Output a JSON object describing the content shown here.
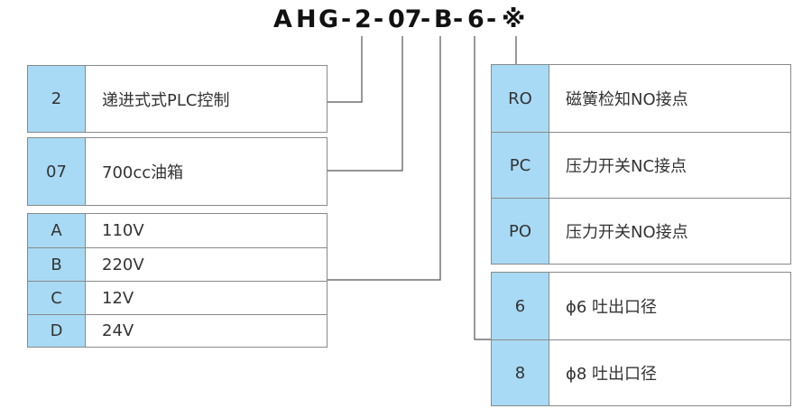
{
  "model_code": {
    "segments": [
      "A",
      "H",
      "G",
      "-",
      "2",
      "-",
      "07",
      "-",
      "B",
      "-",
      "6",
      "-",
      "※"
    ]
  },
  "groups": {
    "control": [
      {
        "code": "2",
        "desc": "递进式式PLC控制"
      }
    ],
    "tank": [
      {
        "code": "07",
        "desc": "700cc油箱"
      }
    ],
    "voltage": [
      {
        "code": "A",
        "desc": "110V"
      },
      {
        "code": "B",
        "desc": "220V"
      },
      {
        "code": "C",
        "desc": "12V"
      },
      {
        "code": "D",
        "desc": "24V"
      }
    ],
    "contact": [
      {
        "code": "RO",
        "desc": "磁簧检知NO接点"
      },
      {
        "code": "PC",
        "desc": "压力开关NC接点"
      },
      {
        "code": "PO",
        "desc": "压力开关NO接点"
      }
    ],
    "outlet": [
      {
        "code": "6",
        "desc": "ɸ6 吐出口径"
      },
      {
        "code": "8",
        "desc": "ɸ8 吐出口径"
      }
    ]
  },
  "colors": {
    "key_fill": "#a8daf5",
    "border": "#8a8a8a",
    "line": "#555555"
  }
}
